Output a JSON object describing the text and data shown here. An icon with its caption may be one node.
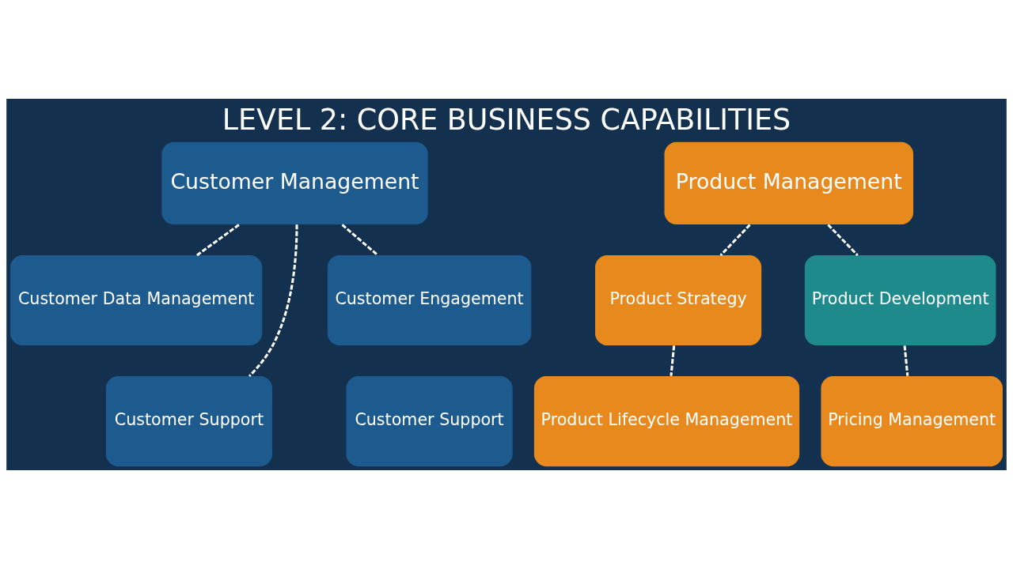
{
  "diagram": {
    "title": "LEVEL 2: CORE BUSINESS CAPABILITIES",
    "nodes": [
      {
        "text": [
          "Customer Management"
        ]
      },
      {
        "text": [
          "Customer Data Management"
        ]
      },
      {
        "text": [
          "Customer Engagement"
        ]
      },
      {
        "text": [
          "Customer Support"
        ]
      },
      {
        "text": [
          "Customer Support"
        ]
      },
      {
        "text": [
          "Product Management"
        ]
      },
      {
        "text": [
          "Product Strategy"
        ]
      },
      {
        "text": [
          "Product Development"
        ]
      },
      {
        "text": [
          "Product Lifecycle Management"
        ]
      },
      {
        "text": [
          "Pricing Management"
        ]
      }
    ],
    "edges": [
      {
        "from": 0,
        "to": 1,
        "arrow": "none",
        "style": "dashed"
      },
      {
        "from": 0,
        "to": 2,
        "arrow": "none",
        "style": "dashed"
      },
      {
        "from": 0,
        "to": 3,
        "arrow": "none",
        "style": "dashed"
      },
      {
        "from": 5,
        "to": 6,
        "arrow": "none",
        "style": "dashed"
      },
      {
        "from": 5,
        "to": 7,
        "arrow": "none",
        "style": "dashed"
      },
      {
        "from": 6,
        "to": 8,
        "arrow": "none",
        "style": "dashed"
      },
      {
        "from": 7,
        "to": 9,
        "arrow": "none",
        "style": "dashed"
      }
    ]
  }
}
